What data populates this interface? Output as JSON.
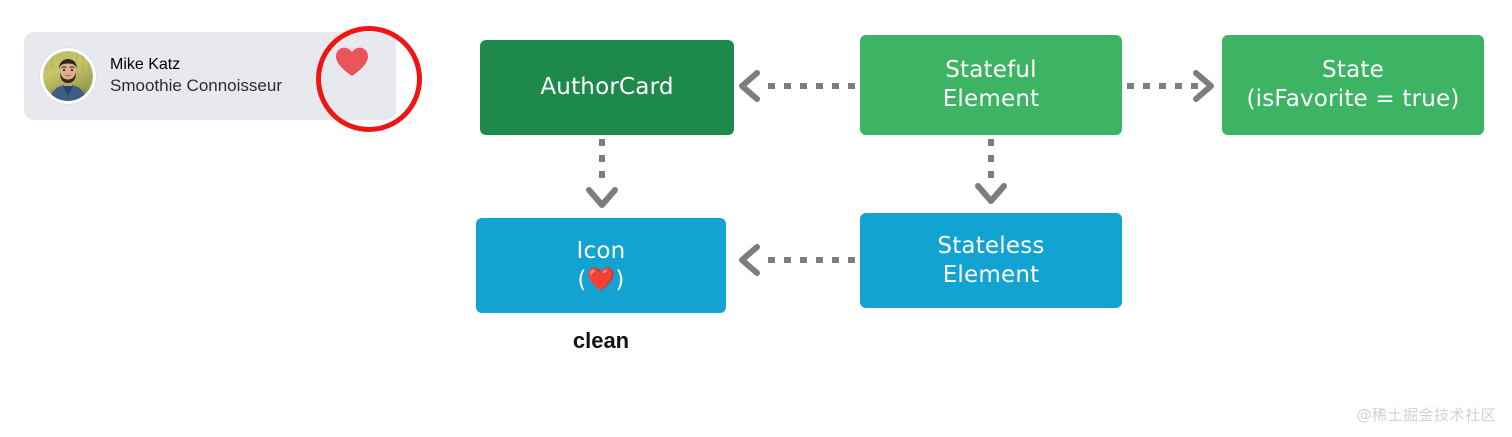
{
  "author_card": {
    "name": "Mike Katz",
    "role": "Smoothie Connoisseur",
    "favorite_icon": "heart-icon",
    "favorite_glyph": "♥",
    "card_bg": "#e8e9ee",
    "heart_color": "#e8555a",
    "annotation_circle_color": "#ee1512"
  },
  "diagram": {
    "nodes": [
      {
        "id": "authorcard",
        "label": "AuthorCard",
        "color": "#1d8a4c"
      },
      {
        "id": "stateful",
        "label": "Stateful\nElement",
        "color": "#3cb464"
      },
      {
        "id": "state",
        "label": "State\n(isFavorite = true)",
        "color": "#3cb464"
      },
      {
        "id": "icon",
        "label": "Icon\n(❤️)",
        "color": "#13a3d2"
      },
      {
        "id": "stateless",
        "label": "Stateless\nElement",
        "color": "#13a3d2"
      }
    ],
    "edges": [
      {
        "from": "stateful",
        "to": "authorcard",
        "direction": "left",
        "style": "dashed"
      },
      {
        "from": "stateful",
        "to": "state",
        "direction": "right",
        "style": "dashed"
      },
      {
        "from": "authorcard",
        "to": "icon",
        "direction": "down",
        "style": "dashed"
      },
      {
        "from": "stateful",
        "to": "stateless",
        "direction": "down",
        "style": "dashed"
      },
      {
        "from": "stateless",
        "to": "icon",
        "direction": "left",
        "style": "dashed"
      }
    ],
    "edge_color": "#7d7d7d",
    "caption": "clean"
  },
  "watermark": "@稀土掘金技术社区"
}
